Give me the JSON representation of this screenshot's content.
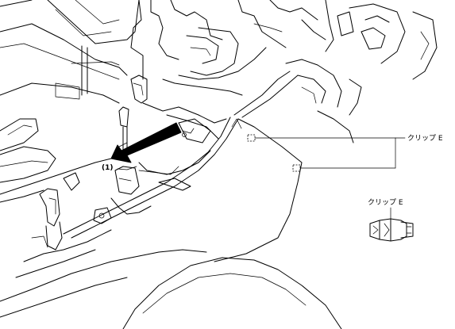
{
  "labels": {
    "clip_e_main": "クリップ E",
    "clip_e_detail": "クリップ E",
    "callout_1": "(1)"
  },
  "colors": {
    "line": "#000000",
    "background": "#ffffff",
    "arrow_fill": "#000000"
  },
  "icons": {
    "removal_arrow": "arrow-left-down-icon",
    "clip": "clip-e-icon"
  }
}
